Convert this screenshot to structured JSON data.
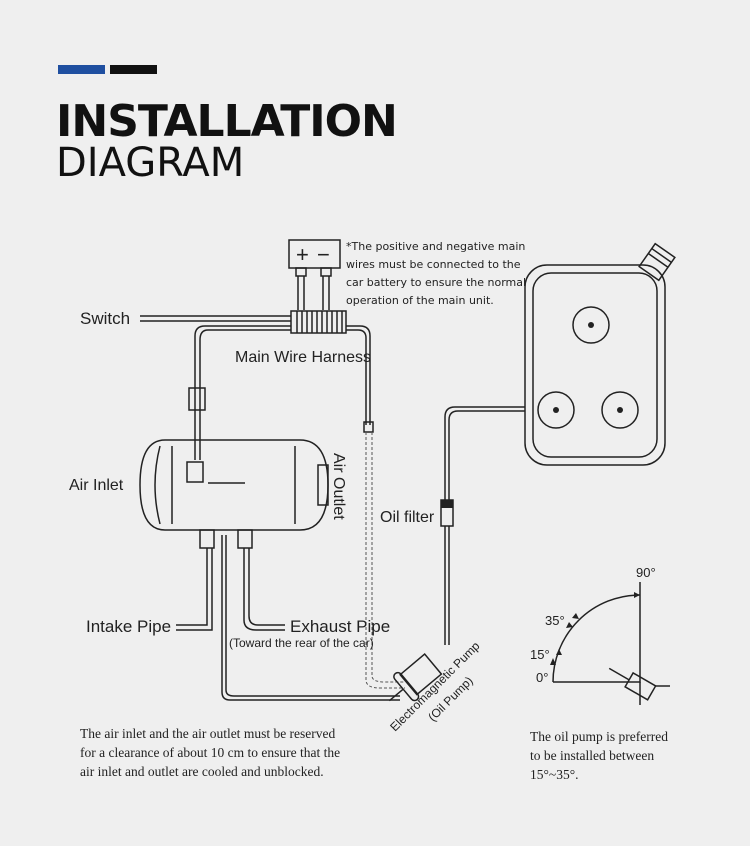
{
  "header": {
    "title_bold": "INSTALLATION",
    "title_light": "DIAGRAM",
    "accent_colors": [
      "#1f4fa0",
      "#111111"
    ]
  },
  "battery": {
    "symbol": "+ −",
    "note": [
      "*The positive and negative main",
      "wires must be connected to the",
      "car battery to ensure the normal",
      "operation of the main unit."
    ]
  },
  "labels": {
    "switch": "Switch",
    "harness": "Main Wire Harness",
    "air_inlet": "Air Inlet",
    "air_outlet": "Air Outlet",
    "oil_filter": "Oil filter",
    "intake": "Intake Pipe",
    "exhaust": "Exhaust Pipe",
    "exhaust_note": "(Toward the rear of the car)",
    "pump": "Electromagnetic Pump",
    "pump_sub": "(Oil Pump)"
  },
  "angles": {
    "a90": "90°",
    "a35": "35°",
    "a15": "15°",
    "a0": "0°"
  },
  "notes": {
    "left": [
      "The air inlet and the air outlet must be reserved",
      "for a clearance of about 10 cm to ensure that the",
      "air inlet and outlet are cooled and unblocked."
    ],
    "right": [
      "The oil pump is preferred",
      "to be installed between",
      "15°~35°."
    ]
  }
}
